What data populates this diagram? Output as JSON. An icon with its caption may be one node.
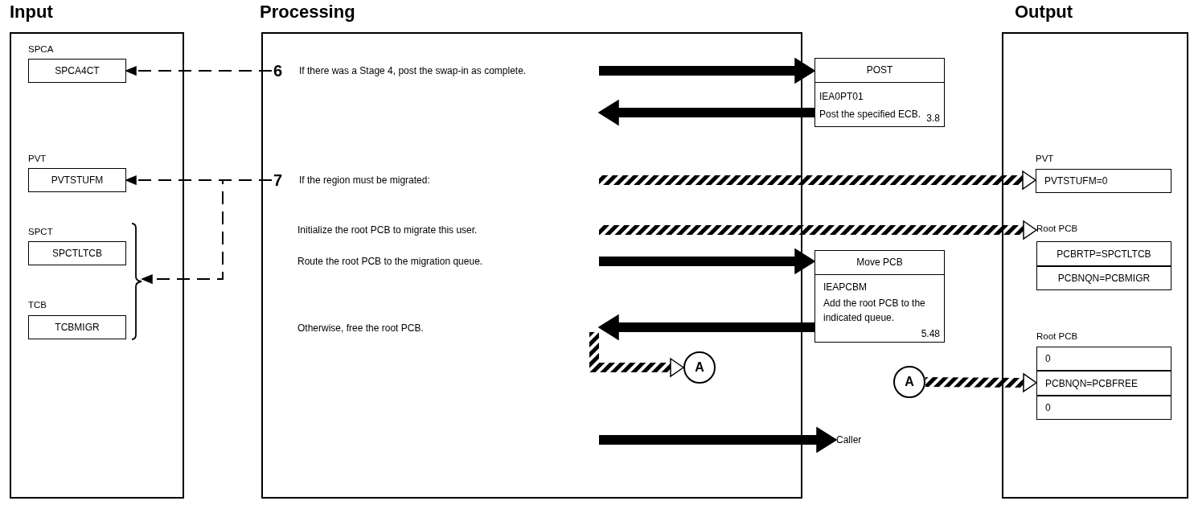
{
  "diagram": {
    "nodes": [
      {
        "text": [
          "Input"
        ]
      },
      {
        "text": [
          "SPCA",
          "SPCA4CT"
        ],
        "in": 0
      },
      {
        "text": [
          "PVT",
          "PVTSTUFM"
        ],
        "in": 0
      },
      {
        "text": [
          "SPCT",
          "SPCTLTCB"
        ],
        "in": 0
      },
      {
        "text": [
          "TCB",
          "TCBMIGR"
        ],
        "in": 0
      },
      {
        "text": [],
        "shape": "bracket",
        "in": 0
      },
      {
        "text": [
          "Processing"
        ]
      },
      {
        "text": [
          "6",
          "If there was a Stage 4, post the swap-in as complete."
        ],
        "in": 6
      },
      {
        "text": [
          "7",
          "If the region must be migrated:"
        ],
        "in": 6
      },
      {
        "text": [
          "A"
        ],
        "in": 6
      },
      {
        "text": [
          "POST",
          "IEA0PT01",
          "Post the specified ECB.",
          "3.8"
        ]
      },
      {
        "text": [
          "Move PCB",
          "IEAPCBM",
          "Add the root PCB to the indicated queue.",
          "5.48"
        ]
      },
      {
        "text": [
          "Caller"
        ]
      },
      {
        "text": [
          "Output"
        ]
      },
      {
        "text": [
          "PVT",
          "PVTSTUFM=0"
        ],
        "in": 13
      },
      {
        "text": [
          "Root PCB"
        ],
        "in": 13
      },
      {
        "text": [
          "PCBRTP=SPCTLTCB"
        ],
        "in": 15
      },
      {
        "text": [
          "PCBNQN=PCBMIGR"
        ],
        "in": 15
      },
      {
        "text": [
          "Root PCB"
        ],
        "in": 13
      },
      {
        "text": [
          "0"
        ],
        "in": 18
      },
      {
        "text": [
          "PCBNQN=PCBFREE"
        ],
        "in": 18
      },
      {
        "text": [
          "0"
        ],
        "in": 18
      },
      {
        "text": [
          "A"
        ]
      }
    ],
    "edges": [
      {
        "from": 7,
        "to": 1,
        "arrow": "to",
        "style": "dashed"
      },
      {
        "from": 7,
        "to": 10,
        "arrow": "to"
      },
      {
        "from": 10,
        "to": null,
        "arrow": "to"
      },
      {
        "from": 8,
        "to": 2,
        "arrow": "to",
        "style": "dashed"
      },
      {
        "from": 8,
        "to": 5,
        "arrow": "to",
        "style": "dashed"
      },
      {
        "from": null,
        "to": 14,
        "arrow": "to",
        "style": "dashed"
      },
      {
        "from": null,
        "to": 15,
        "arrow": "to",
        "style": "dashed"
      },
      {
        "from": null,
        "to": 11,
        "arrow": "to"
      },
      {
        "from": 11,
        "to": null,
        "arrow": "to"
      },
      {
        "from": null,
        "to": 9,
        "arrow": "to",
        "style": "dashed"
      },
      {
        "from": 22,
        "to": 20,
        "arrow": "to",
        "style": "dashed"
      },
      {
        "from": null,
        "to": 12,
        "arrow": "to"
      }
    ],
    "labels": [
      "Initialize the root PCB to migrate this user.",
      "Route the root PCB to the migration queue.",
      "Otherwise, free the root PCB."
    ]
  }
}
